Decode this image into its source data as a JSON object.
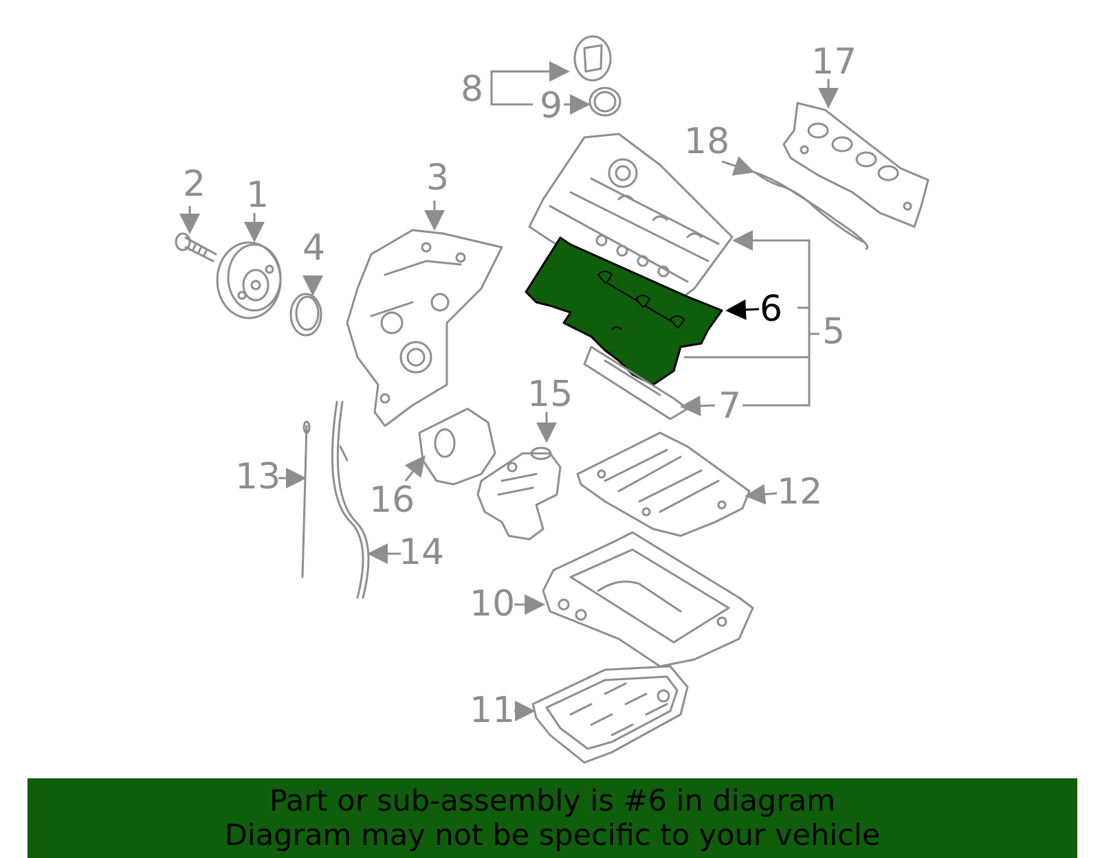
{
  "diagram": {
    "labels": [
      {
        "id": "1",
        "text": "1"
      },
      {
        "id": "2",
        "text": "2"
      },
      {
        "id": "3",
        "text": "3"
      },
      {
        "id": "4",
        "text": "4"
      },
      {
        "id": "5",
        "text": "5"
      },
      {
        "id": "6",
        "text": "6",
        "highlighted": true
      },
      {
        "id": "7",
        "text": "7"
      },
      {
        "id": "8",
        "text": "8"
      },
      {
        "id": "9",
        "text": "9"
      },
      {
        "id": "10",
        "text": "10"
      },
      {
        "id": "11",
        "text": "11"
      },
      {
        "id": "12",
        "text": "12"
      },
      {
        "id": "13",
        "text": "13"
      },
      {
        "id": "14",
        "text": "14"
      },
      {
        "id": "15",
        "text": "15"
      },
      {
        "id": "16",
        "text": "16"
      },
      {
        "id": "17",
        "text": "17"
      },
      {
        "id": "18",
        "text": "18"
      }
    ],
    "highlight_color": "#0f5e0b",
    "line_color": "#8e8e8e"
  },
  "banner": {
    "line1": "Part or sub-assembly is #6 in diagram",
    "line2": "Diagram may not be specific to your vehicle",
    "background": "#0f5e0b"
  }
}
